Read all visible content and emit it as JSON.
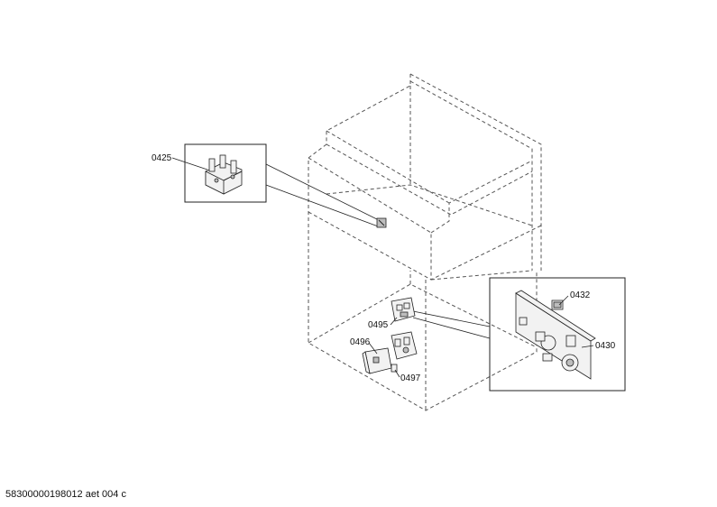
{
  "labels": {
    "p0425": "0425",
    "p0432": "0432",
    "p0430": "0430",
    "p0495": "0495",
    "p0496": "0496",
    "p0497": "0497"
  },
  "footer": "58300000198012 aet 004 c"
}
